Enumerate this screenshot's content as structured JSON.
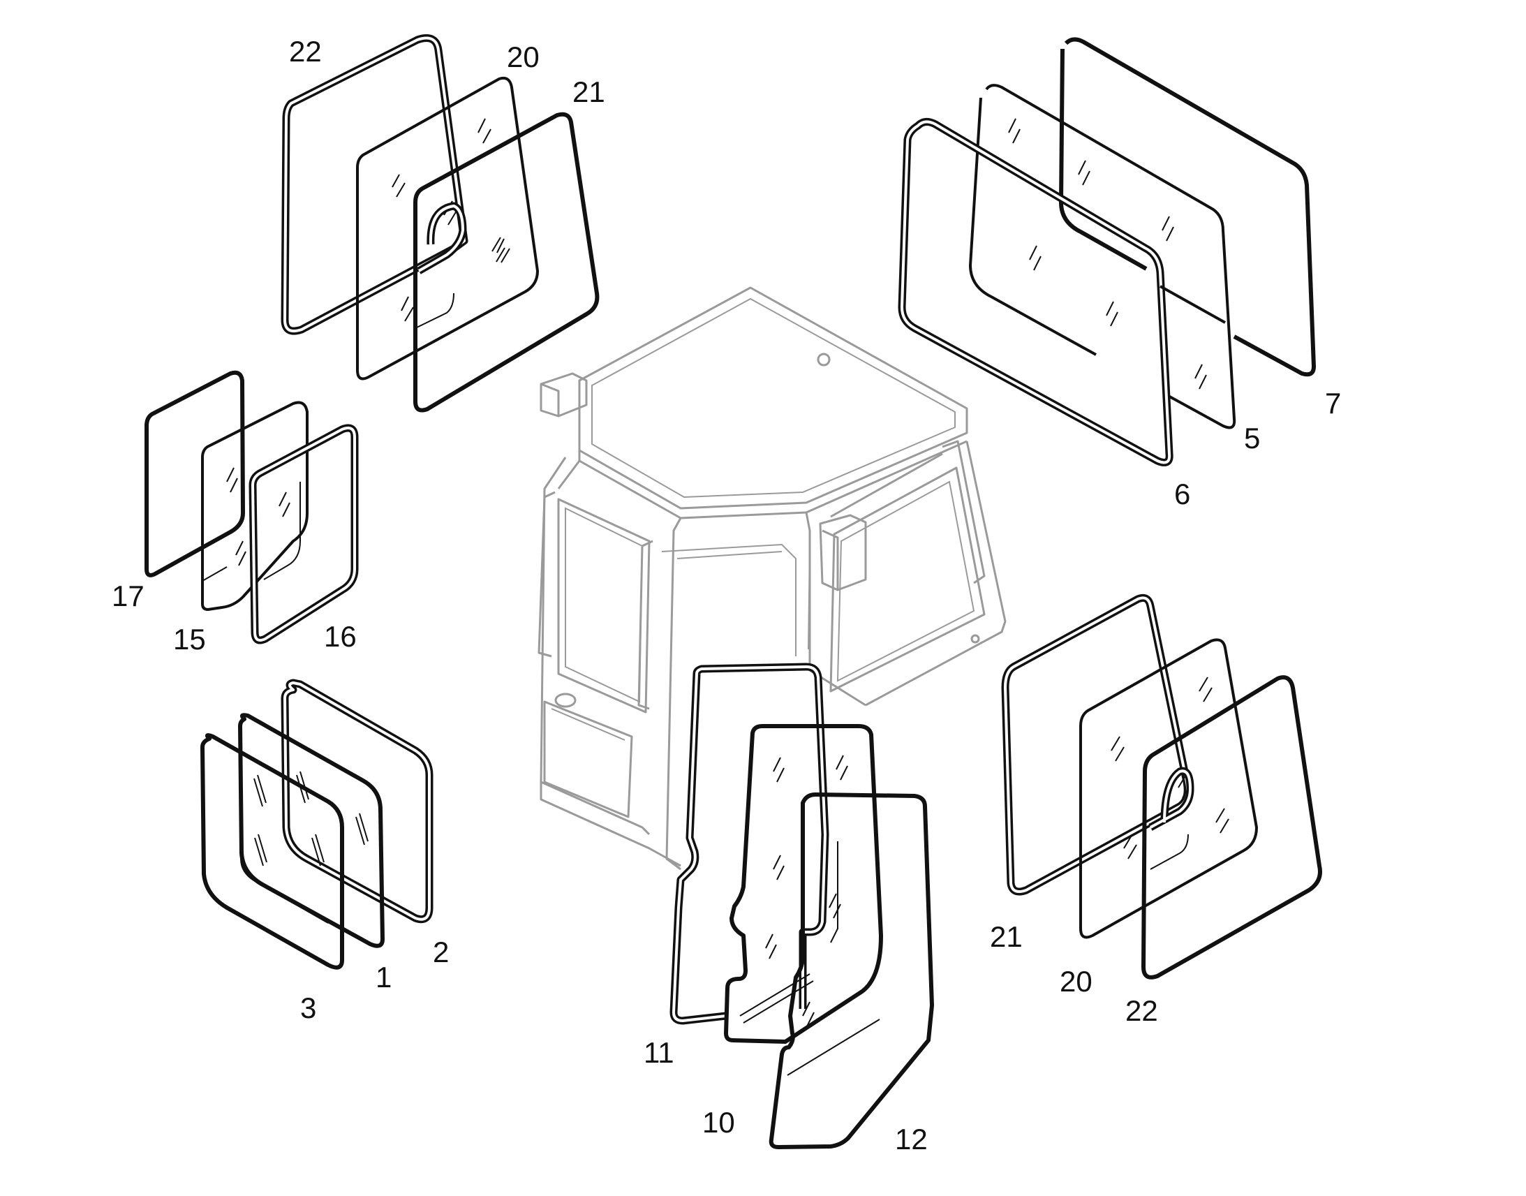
{
  "title": "",
  "colors": {
    "line": "#111111",
    "cab": "#9a9a9a",
    "background": "#ffffff"
  },
  "callouts": {
    "c22_top": "22",
    "c20_top": "20",
    "c21_top": "21",
    "c7": "7",
    "c5": "5",
    "c6": "6",
    "c17": "17",
    "c15": "15",
    "c16": "16",
    "c2": "2",
    "c1": "1",
    "c3": "3",
    "c11": "11",
    "c10": "10",
    "c12": "12",
    "c21_right": "21",
    "c20_right": "20",
    "c22_right": "22"
  }
}
